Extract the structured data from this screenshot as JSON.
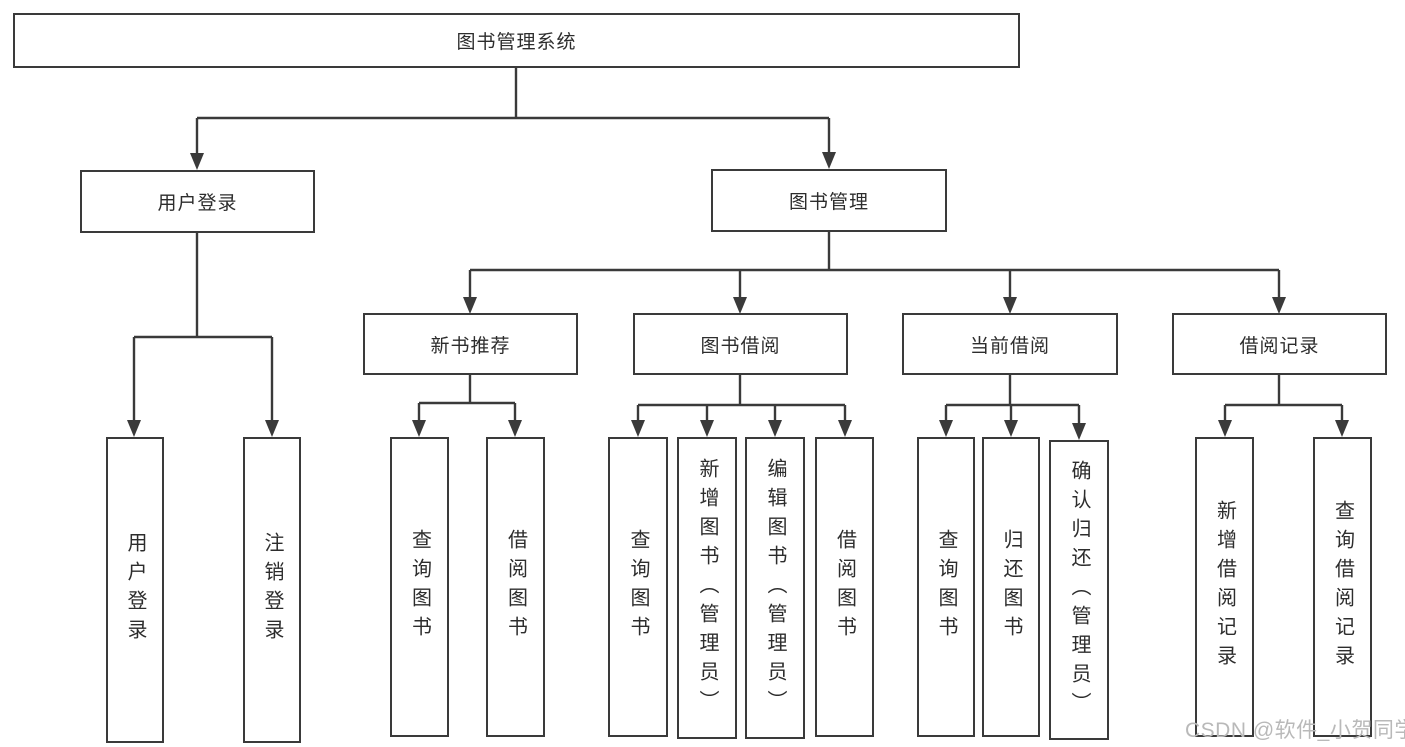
{
  "diagram_title": "图书管理系统",
  "colors": {
    "line": "#3a3a3a",
    "text": "#2d2d2d",
    "watermark": "#b9b9b9",
    "background": "#ffffff"
  },
  "nodes": {
    "root": {
      "label": "图书管理系统"
    },
    "user_login": {
      "label": "用户登录"
    },
    "book_management": {
      "label": "图书管理"
    },
    "new_book_recommend": {
      "label": "新书推荐"
    },
    "book_borrow": {
      "label": "图书借阅"
    },
    "current_borrow": {
      "label": "当前借阅"
    },
    "borrow_records": {
      "label": "借阅记录"
    },
    "leaf_user_login": {
      "label": "用户登录"
    },
    "leaf_logout": {
      "label": "注销登录"
    },
    "leaf_nbr_query_book": {
      "label": "查询图书"
    },
    "leaf_nbr_borrow_book": {
      "label": "借阅图书"
    },
    "leaf_bb_query_book": {
      "label": "查询图书"
    },
    "leaf_bb_add_book": {
      "label": "新增图书（管理员）"
    },
    "leaf_bb_edit_book": {
      "label": "编辑图书（管理员）"
    },
    "leaf_bb_borrow_book": {
      "label": "借阅图书"
    },
    "leaf_cb_query_book": {
      "label": "查询图书"
    },
    "leaf_cb_return_book": {
      "label": "归还图书"
    },
    "leaf_cb_confirm_return": {
      "label": "确认归还（管理员）"
    },
    "leaf_br_add_record": {
      "label": "新增借阅记录"
    },
    "leaf_br_query_record": {
      "label": "查询借阅记录"
    }
  },
  "watermark": {
    "text": "CSDN @软件_小贺同学"
  }
}
